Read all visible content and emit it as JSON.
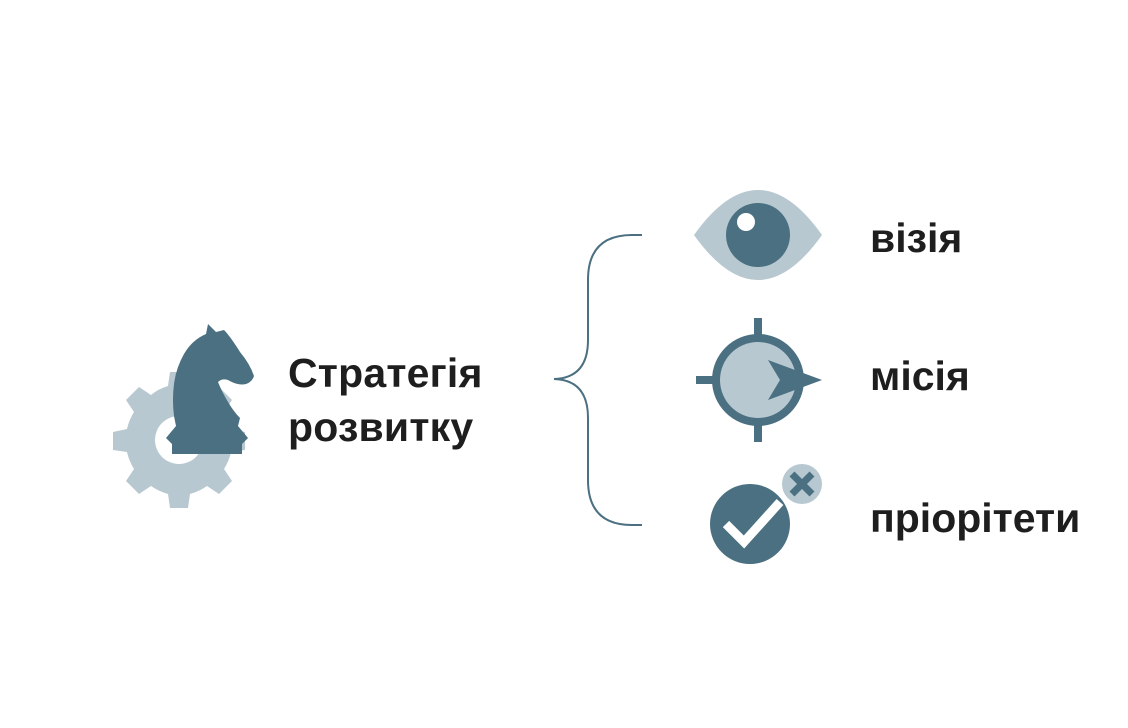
{
  "colors": {
    "dark_teal": "#4a7081",
    "light_teal": "#b7c8d0",
    "text": "#1e1e1e",
    "background": "#ffffff"
  },
  "center": {
    "icon": "gear-chess-knight-icon",
    "title_line1": "Стратегія",
    "title_line2": "розвитку"
  },
  "items": [
    {
      "icon": "eye-icon",
      "label": "візія"
    },
    {
      "icon": "target-arrow-icon",
      "label": "місія"
    },
    {
      "icon": "check-cross-icon",
      "label": "пріорітети"
    }
  ]
}
